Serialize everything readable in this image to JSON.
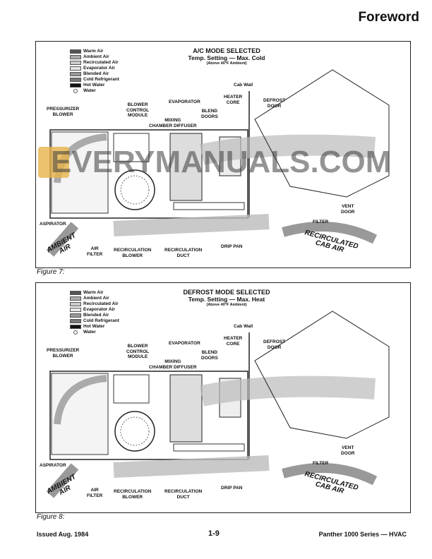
{
  "header": {
    "title": "Foreword"
  },
  "legend": [
    "Warm Air",
    "Ambient Air",
    "Recirculated Air",
    "Evaporator Air",
    "Blended Air",
    "Cold Refrigerant",
    "Hot Water",
    "Water"
  ],
  "legend_colors": [
    "#555555",
    "#aaaaaa",
    "#cccccc",
    "#e6e6e6",
    "#999999",
    "#777777",
    "#111111",
    "#ffffff"
  ],
  "figures": [
    {
      "caption": "Figure 7:",
      "title": "A/C MODE SELECTED",
      "subtitle": "Temp. Setting — Max. Cold",
      "note": "(Above 40°F Ambient)",
      "labels": {
        "cab_wall": "Cab Wall",
        "defrost_door": "DEFROST\nDOOR",
        "heater_core": "HEATER\nCORE",
        "pressurizer_blower": "PRESSURIZER\nBLOWER",
        "blower_control_module": "BLOWER\nCONTROL\nMODULE",
        "evaporator": "EVAPORATOR",
        "mixing_chamber_diffuser": "MIXING\nCHAMBER DIFFUSER",
        "blend_doors": "BLEND\nDOORS",
        "aspirator": "ASPIRATOR",
        "air_filter": "AIR\nFILTER",
        "recirculation_blower": "RECIRCULATION\nBLOWER",
        "recirculation_duct": "RECIRCULATION\nDUCT",
        "drip_pan": "DRIP PAN",
        "vent_door": "VENT\nDOOR",
        "filter": "FILTER",
        "ambient_air": "AMBIENT\nAIR",
        "recirculated_cab_air": "RECIRCULATED\nCAB AIR"
      }
    },
    {
      "caption": "Figure 8:",
      "title": "DEFROST MODE SELECTED",
      "subtitle": "Temp. Setting — Max. Heat",
      "note": "(Above 40°F Ambient)",
      "labels": {
        "cab_wall": "Cab Wall",
        "defrost_door": "DEFROST\nDOOR",
        "heater_core": "HEATER\nCORE",
        "pressurizer_blower": "PRESSURIZER\nBLOWER",
        "blower_control_module": "BLOWER\nCONTROL\nMODULE",
        "evaporator": "EVAPORATOR",
        "mixing_chamber_diffuser": "MIXING\nCHAMBER DIFFUSER",
        "blend_doors": "BLEND\nDOORS",
        "aspirator": "ASPIRATOR",
        "air_filter": "AIR\nFILTER",
        "recirculation_blower": "RECIRCULATION\nBLOWER",
        "recirculation_duct": "RECIRCULATION\nDUCT",
        "drip_pan": "DRIP PAN",
        "vent_door": "VENT\nDOOR",
        "filter": "FILTER",
        "ambient_air": "AMBIENT\nAIR",
        "recirculated_cab_air": "RECIRCULATED\nCAB AIR"
      }
    }
  ],
  "watermark": "EVERYMANUALS.COM",
  "footer": {
    "left": "Issued Aug. 1984",
    "center": "1-9",
    "right": "Panther 1000 Series — HVAC"
  }
}
